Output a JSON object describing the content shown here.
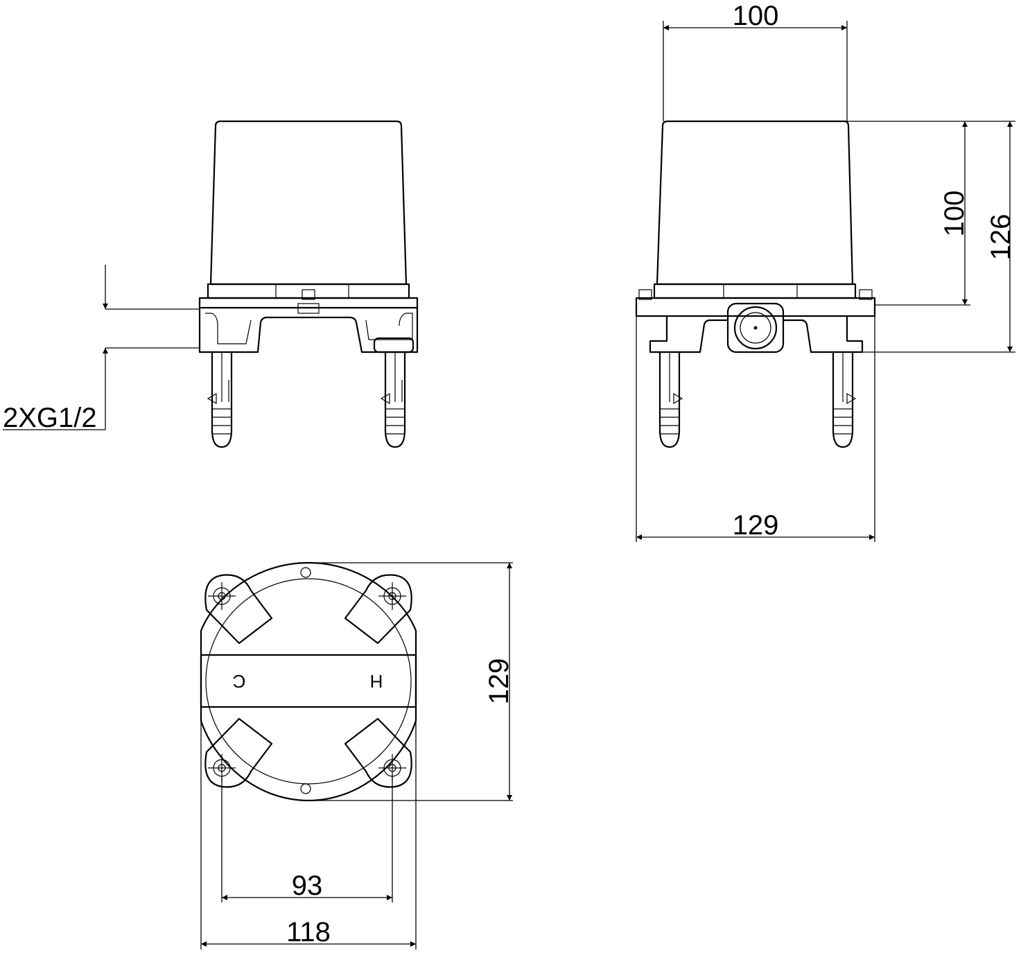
{
  "dimensions": {
    "top_width": "100",
    "height_body": "100",
    "height_total": "126",
    "side_width": "129",
    "thread": "2XG1/2",
    "plan_height": "129",
    "hole_spacing": "93",
    "plan_width": "118"
  },
  "markings": {
    "cold": "C",
    "hot": "H"
  }
}
